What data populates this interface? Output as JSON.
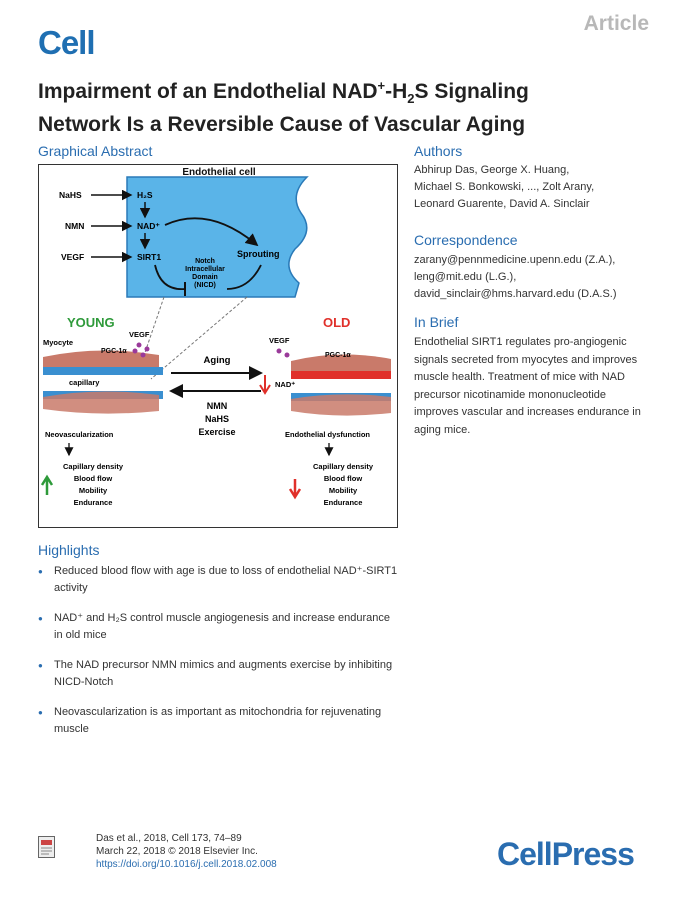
{
  "header": {
    "journal": "Cell",
    "article_type": "Article",
    "title_line1_a": "Impairment of an Endothelial NAD",
    "title_line1_sup": "+",
    "title_line1_b": "-H",
    "title_line1_sub": "2",
    "title_line1_c": "S Signaling",
    "title_line2": "Network Is a Reversible Cause of Vascular Aging"
  },
  "graphical_abstract": {
    "heading": "Graphical Abstract",
    "cell_label": "Endothelial cell",
    "inputs": [
      "NaHS",
      "NMN",
      "VEGF"
    ],
    "molecules": [
      "H₂S",
      "NAD⁺",
      "SIRT1"
    ],
    "sprouting": "Sprouting",
    "notch_lines": [
      "Notch",
      "Intracellular",
      "Domain",
      "(NICD)"
    ],
    "young": "YOUNG",
    "old": "OLD",
    "myocyte": "Myocyte",
    "vegf": "VEGF",
    "pgc_young": "PGC-1α",
    "pgc_old": "PGC-1α",
    "capillary": "capillary",
    "nad_old": "NAD⁺",
    "aging": "Aging",
    "treatments": [
      "NMN",
      "NaHS",
      "Exercise"
    ],
    "young_outcome": "Neovascularization",
    "old_outcome": "Endothelial dysfunction",
    "metrics": [
      "Capillary density",
      "Blood flow",
      "Mobility",
      "Endurance"
    ],
    "colors": {
      "cell_blue": "#5ab4e8",
      "young_green": "#2e9a3a",
      "old_red": "#e0302a",
      "muscle": "#c97a6a"
    }
  },
  "authors": {
    "heading": "Authors",
    "lines": [
      "Abhirup Das, George X. Huang,",
      "Michael S. Bonkowski, ..., Zolt Arany,",
      "Leonard Guarente, David A. Sinclair"
    ]
  },
  "correspondence": {
    "heading": "Correspondence",
    "lines": [
      "zarany@pennmedicine.upenn.edu (Z.A.),",
      "leng@mit.edu (L.G.),",
      "david_sinclair@hms.harvard.edu (D.A.S.)"
    ]
  },
  "in_brief": {
    "heading": "In Brief",
    "text": "Endothelial SIRT1 regulates pro-angiogenic signals secreted from myocytes and improves muscle health. Treatment of mice with NAD precursor nicotinamide mononucleotide improves vascular and increases endurance in aging mice."
  },
  "highlights": {
    "heading": "Highlights",
    "items": [
      "Reduced blood flow with age is due to loss of endothelial NAD⁺-SIRT1 activity",
      "NAD⁺ and H₂S control muscle angiogenesis and increase endurance in old mice",
      "The NAD precursor NMN mimics and augments exercise by inhibiting NICD-Notch",
      "Neovascularization is as important as mitochondria for rejuvenating muscle"
    ]
  },
  "citation": {
    "line1": "Das et al., 2018, Cell 173, 74–89",
    "line2": "March 22, 2018 © 2018 Elsevier Inc.",
    "doi": "https://doi.org/10.1016/j.cell.2018.02.008"
  },
  "footer": {
    "publisher": "CellPress"
  }
}
